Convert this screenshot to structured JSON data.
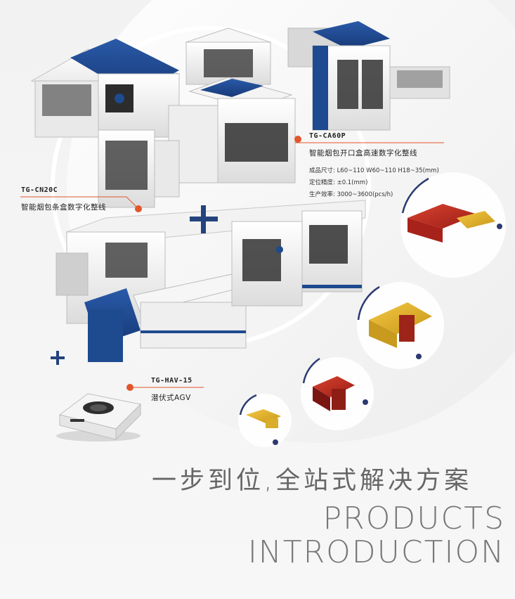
{
  "products": {
    "ca60p": {
      "model": "TG-CA60P",
      "name": "智能烟包开口盒高速数字化整线",
      "specs": [
        "成品尺寸: L60~110 W60~110 H18~35(mm)",
        "定位精度: ±0.1(mm)",
        "生产效率: 3000~3600(pcs/h)"
      ]
    },
    "cn20c": {
      "model": "TG-CN20C",
      "name": "智能烟包条盒数字化整线"
    },
    "hav15": {
      "model": "TG-HAV-15",
      "name": "潜伏式AGV"
    }
  },
  "headline": {
    "cn": "一步到位,全站式解决方案",
    "en_line1": "PRODUCTS",
    "en_line2": "INTRODUCTION"
  },
  "colors": {
    "accent_orange": "#e2562b",
    "machine_blue": "#1e4a8f",
    "plus_blue": "#23437d"
  }
}
